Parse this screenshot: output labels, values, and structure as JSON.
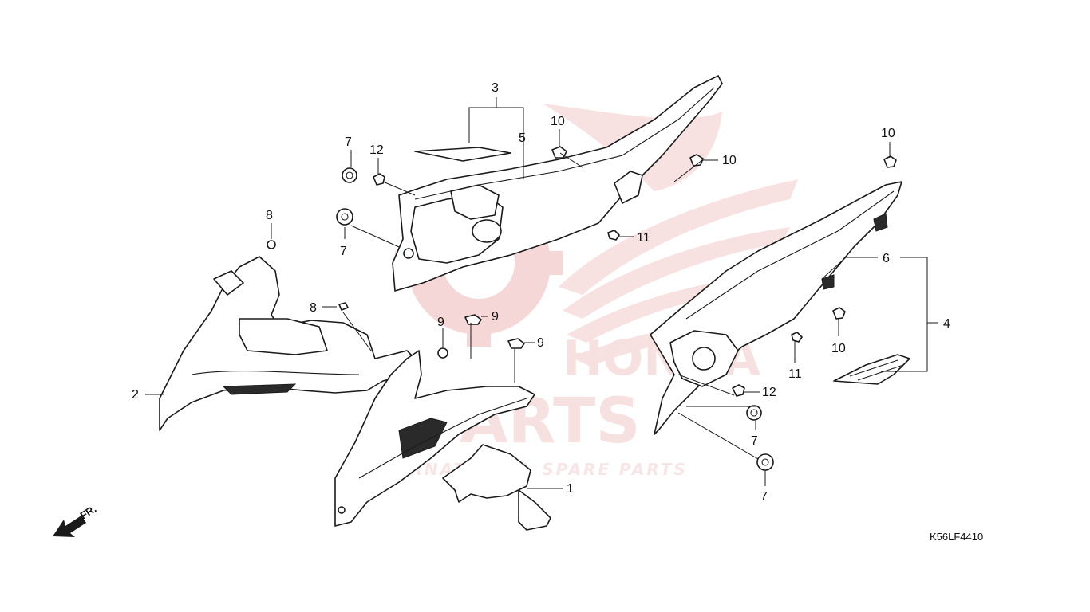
{
  "diagram": {
    "code": "K56LF4410",
    "front_indicator": "FR.",
    "watermark": {
      "brand": "SPARTS",
      "tagline": "INTERNATIONAL SPARE PARTS",
      "accent_color": "#e07070"
    },
    "callouts": [
      "3",
      "5",
      "10",
      "10",
      "7",
      "12",
      "10",
      "8",
      "7",
      "11",
      "6",
      "4",
      "8",
      "9",
      "9",
      "9",
      "10",
      "2",
      "11",
      "12",
      "7",
      "1",
      "7"
    ]
  }
}
